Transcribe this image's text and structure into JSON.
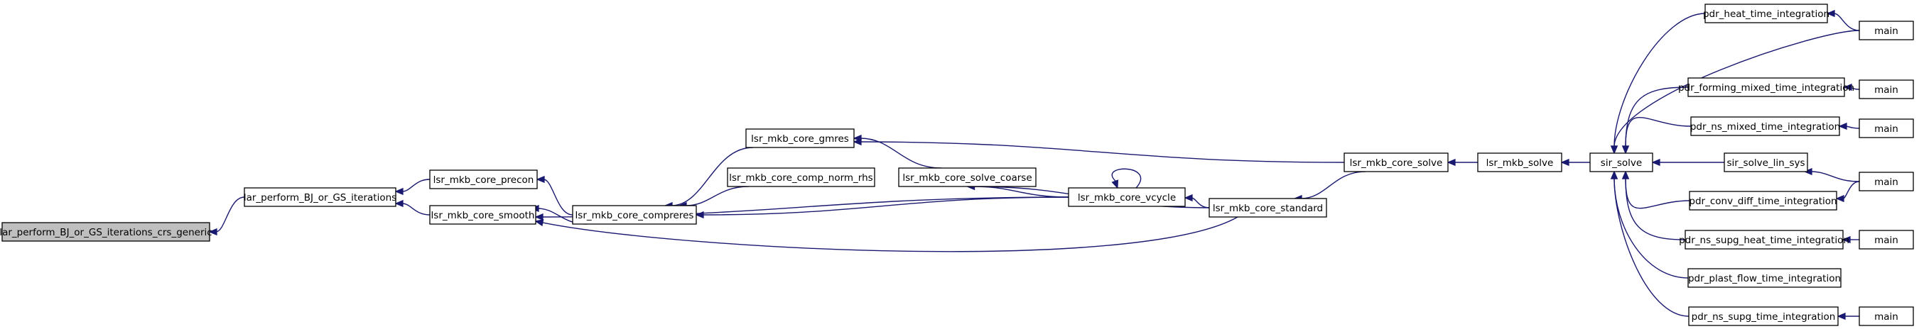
{
  "graph": {
    "type": "caller-graph",
    "colors": {
      "edge": "#191970",
      "node_border": "#000000",
      "node_fill": "#ffffff",
      "highlight_fill": "#bfbfbf"
    },
    "nodes": [
      {
        "id": "n0",
        "label": "lar_perform_BJ_or_GS_iterations_crs_generic",
        "highlight": true
      },
      {
        "id": "n1",
        "label": "lar_perform_BJ_or_GS_iterations"
      },
      {
        "id": "n2",
        "label": "lsr_mkb_core_precon"
      },
      {
        "id": "n3",
        "label": "lsr_mkb_core_smooth"
      },
      {
        "id": "n4",
        "label": "lsr_mkb_core_compreres"
      },
      {
        "id": "n5",
        "label": "lsr_mkb_core_gmres"
      },
      {
        "id": "n6",
        "label": "lsr_mkb_core_comp_norm_rhs"
      },
      {
        "id": "n7",
        "label": "lsr_mkb_core_solve_coarse"
      },
      {
        "id": "n8",
        "label": "lsr_mkb_core_vcycle"
      },
      {
        "id": "n9",
        "label": "lsr_mkb_core_standard"
      },
      {
        "id": "n10",
        "label": "lsr_mkb_core_solve"
      },
      {
        "id": "n11",
        "label": "lsr_mkb_solve"
      },
      {
        "id": "n12",
        "label": "sir_solve"
      },
      {
        "id": "n13",
        "label": "pdr_heat_time_integration"
      },
      {
        "id": "n14",
        "label": "main"
      },
      {
        "id": "n15",
        "label": "pdr_forming_mixed_time_integration"
      },
      {
        "id": "n16",
        "label": "main"
      },
      {
        "id": "n17",
        "label": "pdr_ns_mixed_time_integration"
      },
      {
        "id": "n18",
        "label": "main"
      },
      {
        "id": "n19",
        "label": "sir_solve_lin_sys"
      },
      {
        "id": "n20",
        "label": "main"
      },
      {
        "id": "n21",
        "label": "pdr_conv_diff_time_integration"
      },
      {
        "id": "n22",
        "label": "pdr_ns_supg_heat_time_integration"
      },
      {
        "id": "n23",
        "label": "main"
      },
      {
        "id": "n24",
        "label": "pdr_plast_flow_time_integration"
      },
      {
        "id": "n25",
        "label": "pdr_ns_supg_time_integration"
      },
      {
        "id": "n26",
        "label": "main"
      }
    ],
    "edges": [
      {
        "from": "n1",
        "to": "n0"
      },
      {
        "from": "n2",
        "to": "n1"
      },
      {
        "from": "n3",
        "to": "n1"
      },
      {
        "from": "n4",
        "to": "n2"
      },
      {
        "from": "n4",
        "to": "n3"
      },
      {
        "from": "n5",
        "to": "n4"
      },
      {
        "from": "n6",
        "to": "n4"
      },
      {
        "from": "n8",
        "to": "n4"
      },
      {
        "from": "n8",
        "to": "n3"
      },
      {
        "from": "n9",
        "to": "n3"
      },
      {
        "from": "n7",
        "to": "n5"
      },
      {
        "from": "n10",
        "to": "n5"
      },
      {
        "from": "n8",
        "to": "n7"
      },
      {
        "from": "n9",
        "to": "n7"
      },
      {
        "from": "n8",
        "to": "n8"
      },
      {
        "from": "n9",
        "to": "n8"
      },
      {
        "from": "n10",
        "to": "n9"
      },
      {
        "from": "n11",
        "to": "n10"
      },
      {
        "from": "n12",
        "to": "n11"
      },
      {
        "from": "n13",
        "to": "n12"
      },
      {
        "from": "n14",
        "to": "n12"
      },
      {
        "from": "n15",
        "to": "n12"
      },
      {
        "from": "n17",
        "to": "n12"
      },
      {
        "from": "n19",
        "to": "n12"
      },
      {
        "from": "n21",
        "to": "n12"
      },
      {
        "from": "n22",
        "to": "n12"
      },
      {
        "from": "n24",
        "to": "n12"
      },
      {
        "from": "n25",
        "to": "n12"
      },
      {
        "from": "n14",
        "to": "n13"
      },
      {
        "from": "n16",
        "to": "n15"
      },
      {
        "from": "n18",
        "to": "n17"
      },
      {
        "from": "n20",
        "to": "n19"
      },
      {
        "from": "n20",
        "to": "n21"
      },
      {
        "from": "n23",
        "to": "n22"
      },
      {
        "from": "n26",
        "to": "n25"
      }
    ]
  }
}
